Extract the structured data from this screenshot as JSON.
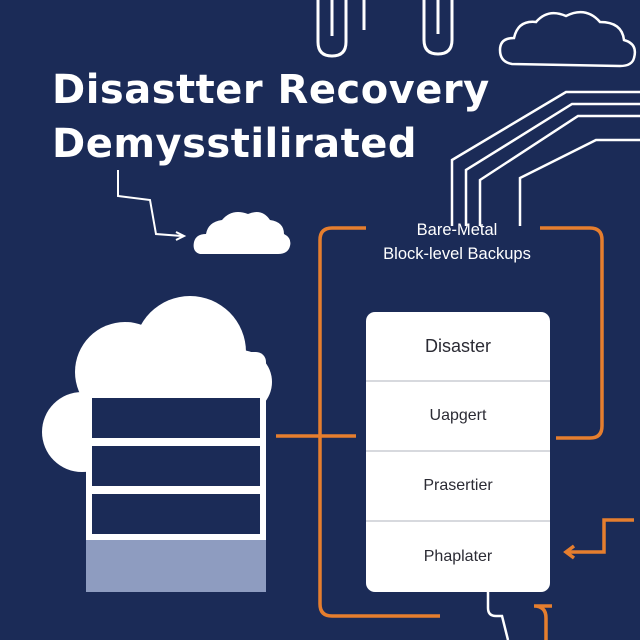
{
  "title": {
    "line1": "Disastter Recovery",
    "line2": "Demysstilirated"
  },
  "label": {
    "line1": "Bare-Metal",
    "line2": "Block-level Backups"
  },
  "card": {
    "rows": [
      "Disaster",
      "Uapgert",
      "Prasertier",
      "Phaplater"
    ]
  },
  "colors": {
    "background": "#1b2b57",
    "accent": "#e67e2e",
    "line": "#ffffff",
    "cloud": "#ffffff",
    "server_fill": "#8e9cc0"
  },
  "icons": [
    "cloud-icon",
    "server-stack-icon",
    "paperclip-icon",
    "arrow-icon"
  ]
}
